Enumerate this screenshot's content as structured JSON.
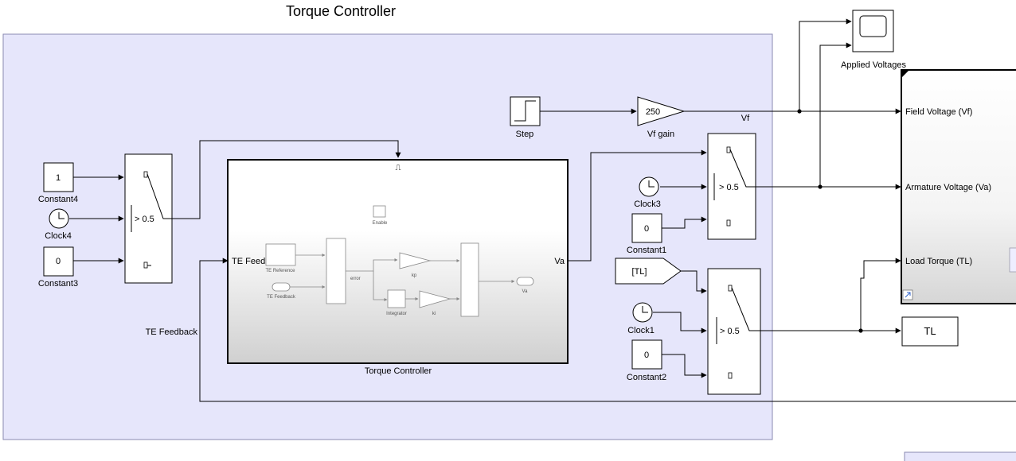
{
  "area_title": "Torque Controller",
  "colors": {
    "area_fill": "#e6e6fb",
    "area_border": "#8a8ab0"
  },
  "blocks": {
    "constant4": {
      "label": "Constant4",
      "value": "1"
    },
    "clock4": {
      "label": "Clock4"
    },
    "constant3": {
      "label": "Constant3",
      "value": "0"
    },
    "switch_left": {
      "threshold": "> 0.5"
    },
    "step": {
      "label": "Step"
    },
    "vf_gain": {
      "label": "Vf gain",
      "value": "250"
    },
    "subsystem": {
      "label": "Torque Controller",
      "enable_label": "Enable",
      "in_port": "TE Feedback",
      "out_port": "Va",
      "inner": {
        "te_reference": "TE Reference",
        "te_feedback": "TE Feedback",
        "error": "error",
        "kp": "kp",
        "integrator": "Integrator",
        "ki": "ki",
        "va": "Va"
      }
    },
    "clock3": {
      "label": "Clock3"
    },
    "constant1": {
      "label": "Constant1",
      "value": "0"
    },
    "switch_top": {
      "threshold": "> 0.5"
    },
    "goto_tl": {
      "label": "[TL]"
    },
    "clock1": {
      "label": "Clock1"
    },
    "constant2": {
      "label": "Constant2",
      "value": "0"
    },
    "switch_bottom": {
      "threshold": "> 0.5"
    },
    "scope": {
      "label": "Applied Voltages"
    },
    "motor": {
      "ports": [
        "Field Voltage (Vf)",
        "Armature Voltage (Va)",
        "Load Torque (TL)"
      ]
    },
    "tl_out": {
      "label": "TL"
    }
  },
  "signals": {
    "vf": "Vf",
    "te_feedback": "TE Feedback"
  }
}
